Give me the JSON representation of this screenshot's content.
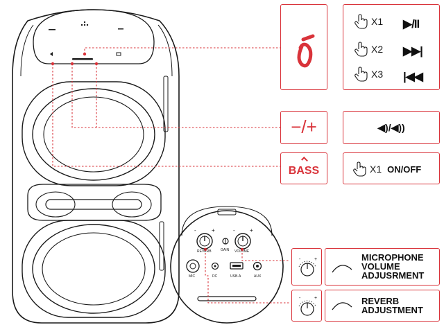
{
  "panels": {
    "play": {
      "rows": [
        {
          "press": "X1",
          "action_icon": "play-pause-icon",
          "action_glyph": "▶/II"
        },
        {
          "press": "X2",
          "action_icon": "next-track-icon",
          "action_glyph": "▶▶|"
        },
        {
          "press": "X3",
          "action_icon": "previous-track-icon",
          "action_glyph": "|◀◀"
        }
      ]
    },
    "volume": {
      "button_label": "−/+",
      "icon": "volume-down-up-icon",
      "glyph": "◀)/◀))"
    },
    "bass": {
      "button_label": "BASS",
      "press": "X1",
      "action": "ON/OFF"
    },
    "mic_volume": {
      "label_lines": [
        "MICROPHONE",
        "VOLUME",
        "ADJUSRMENT"
      ]
    },
    "reverb": {
      "label_lines": [
        "REVERB",
        "ADJUSTMENT"
      ]
    },
    "rear_panel": {
      "knob_labels": [
        "REVERB",
        "GAIN",
        "VOLUME"
      ],
      "port_labels": [
        "MIC",
        "DC",
        "USB-A",
        "AUX"
      ],
      "knob_marks": [
        "-",
        "+"
      ]
    }
  },
  "colors": {
    "accent": "#d9333a",
    "outline": "#1a1a1a"
  }
}
